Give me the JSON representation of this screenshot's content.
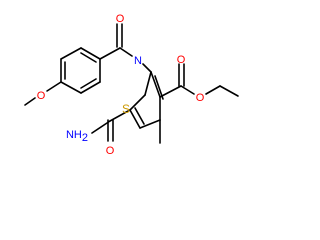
{
  "molecule": {
    "atom_labels": {
      "carbonyl_o_amide": "O",
      "amide_n": "N",
      "methoxy_o": "O",
      "ester_o_carbonyl": "O",
      "ester_o_alkoxy": "O",
      "ring_s": "S",
      "amide_nh2": "NH",
      "amide_nh2_sub": "2"
    }
  },
  "colors": {
    "oxygen": "#ff0000",
    "nitrogen": "#0000ff",
    "sulfur": "#cc9900",
    "bond": "#000000"
  }
}
